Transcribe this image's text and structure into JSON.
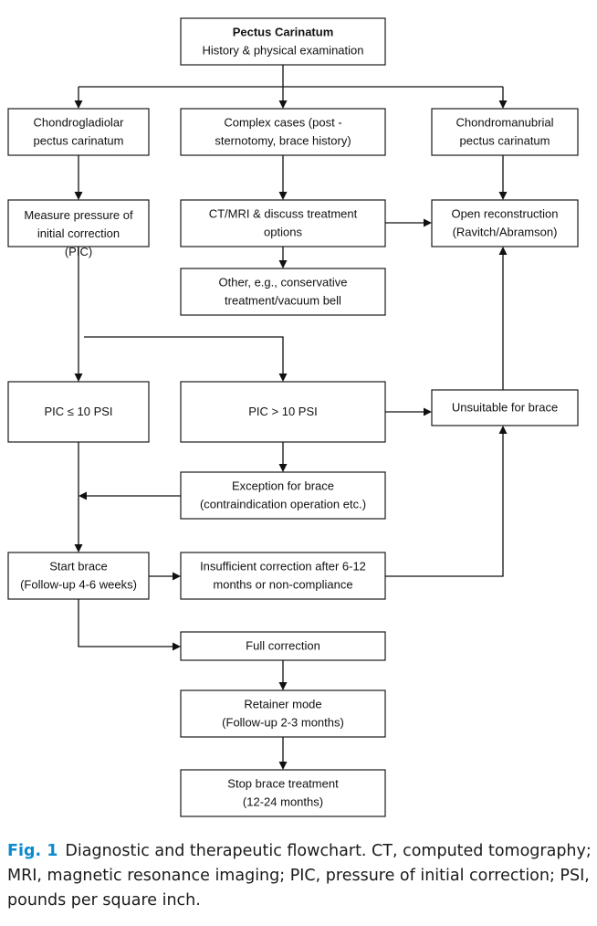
{
  "colors": {
    "caption_label": "#0b8bd0",
    "box_border": "#1a1a1a",
    "arrow": "#111111"
  },
  "nodes": {
    "start": {
      "lines": [
        "Pectus Carinatum",
        "History & physical examination"
      ]
    },
    "chondrogladiolar": {
      "lines": [
        "Chondrogladiolar",
        "pectus carinatum"
      ]
    },
    "complex": {
      "lines": [
        "Complex cases (post -",
        "sternotomy, brace history)"
      ]
    },
    "chondromanubrial": {
      "lines": [
        "Chondromanubrial",
        "pectus carinatum"
      ]
    },
    "measure": {
      "lines": [
        "Measure pressure of",
        "initial correction",
        "(PIC)"
      ]
    },
    "ctmri": {
      "lines": [
        "CT/MRI & discuss treatment",
        "options"
      ]
    },
    "open": {
      "lines": [
        "Open reconstruction",
        "(Ravitch/Abramson)"
      ]
    },
    "other": {
      "lines": [
        "Other, e.g., conservative",
        "treatment/vacuum bell"
      ]
    },
    "pic_low": {
      "lines": [
        "PIC ≤ 10 PSI"
      ]
    },
    "pic_high": {
      "lines": [
        "PIC > 10 PSI"
      ]
    },
    "unsuitable": {
      "lines": [
        "Unsuitable for brace"
      ]
    },
    "exception": {
      "lines": [
        "Exception for brace",
        "(contraindication operation etc.)"
      ]
    },
    "start_brace": {
      "lines": [
        "Start brace",
        "(Follow-up 4-6 weeks)"
      ]
    },
    "insufficient": {
      "lines": [
        "Insufficient correction after 6-12",
        "months or non-compliance"
      ]
    },
    "full": {
      "lines": [
        "Full correction"
      ]
    },
    "retainer": {
      "lines": [
        "Retainer mode",
        "(Follow-up 2-3 months)"
      ]
    },
    "stop": {
      "lines": [
        "Stop brace treatment",
        "(12-24 months)"
      ]
    }
  },
  "caption": {
    "label": "Fig. 1",
    "text": "Diagnostic and therapeutic flowchart. CT, computed tomog­raphy; MRI, magnetic resonance imaging; PIC, pressure of initial correction; PSI, pounds per square inch."
  }
}
